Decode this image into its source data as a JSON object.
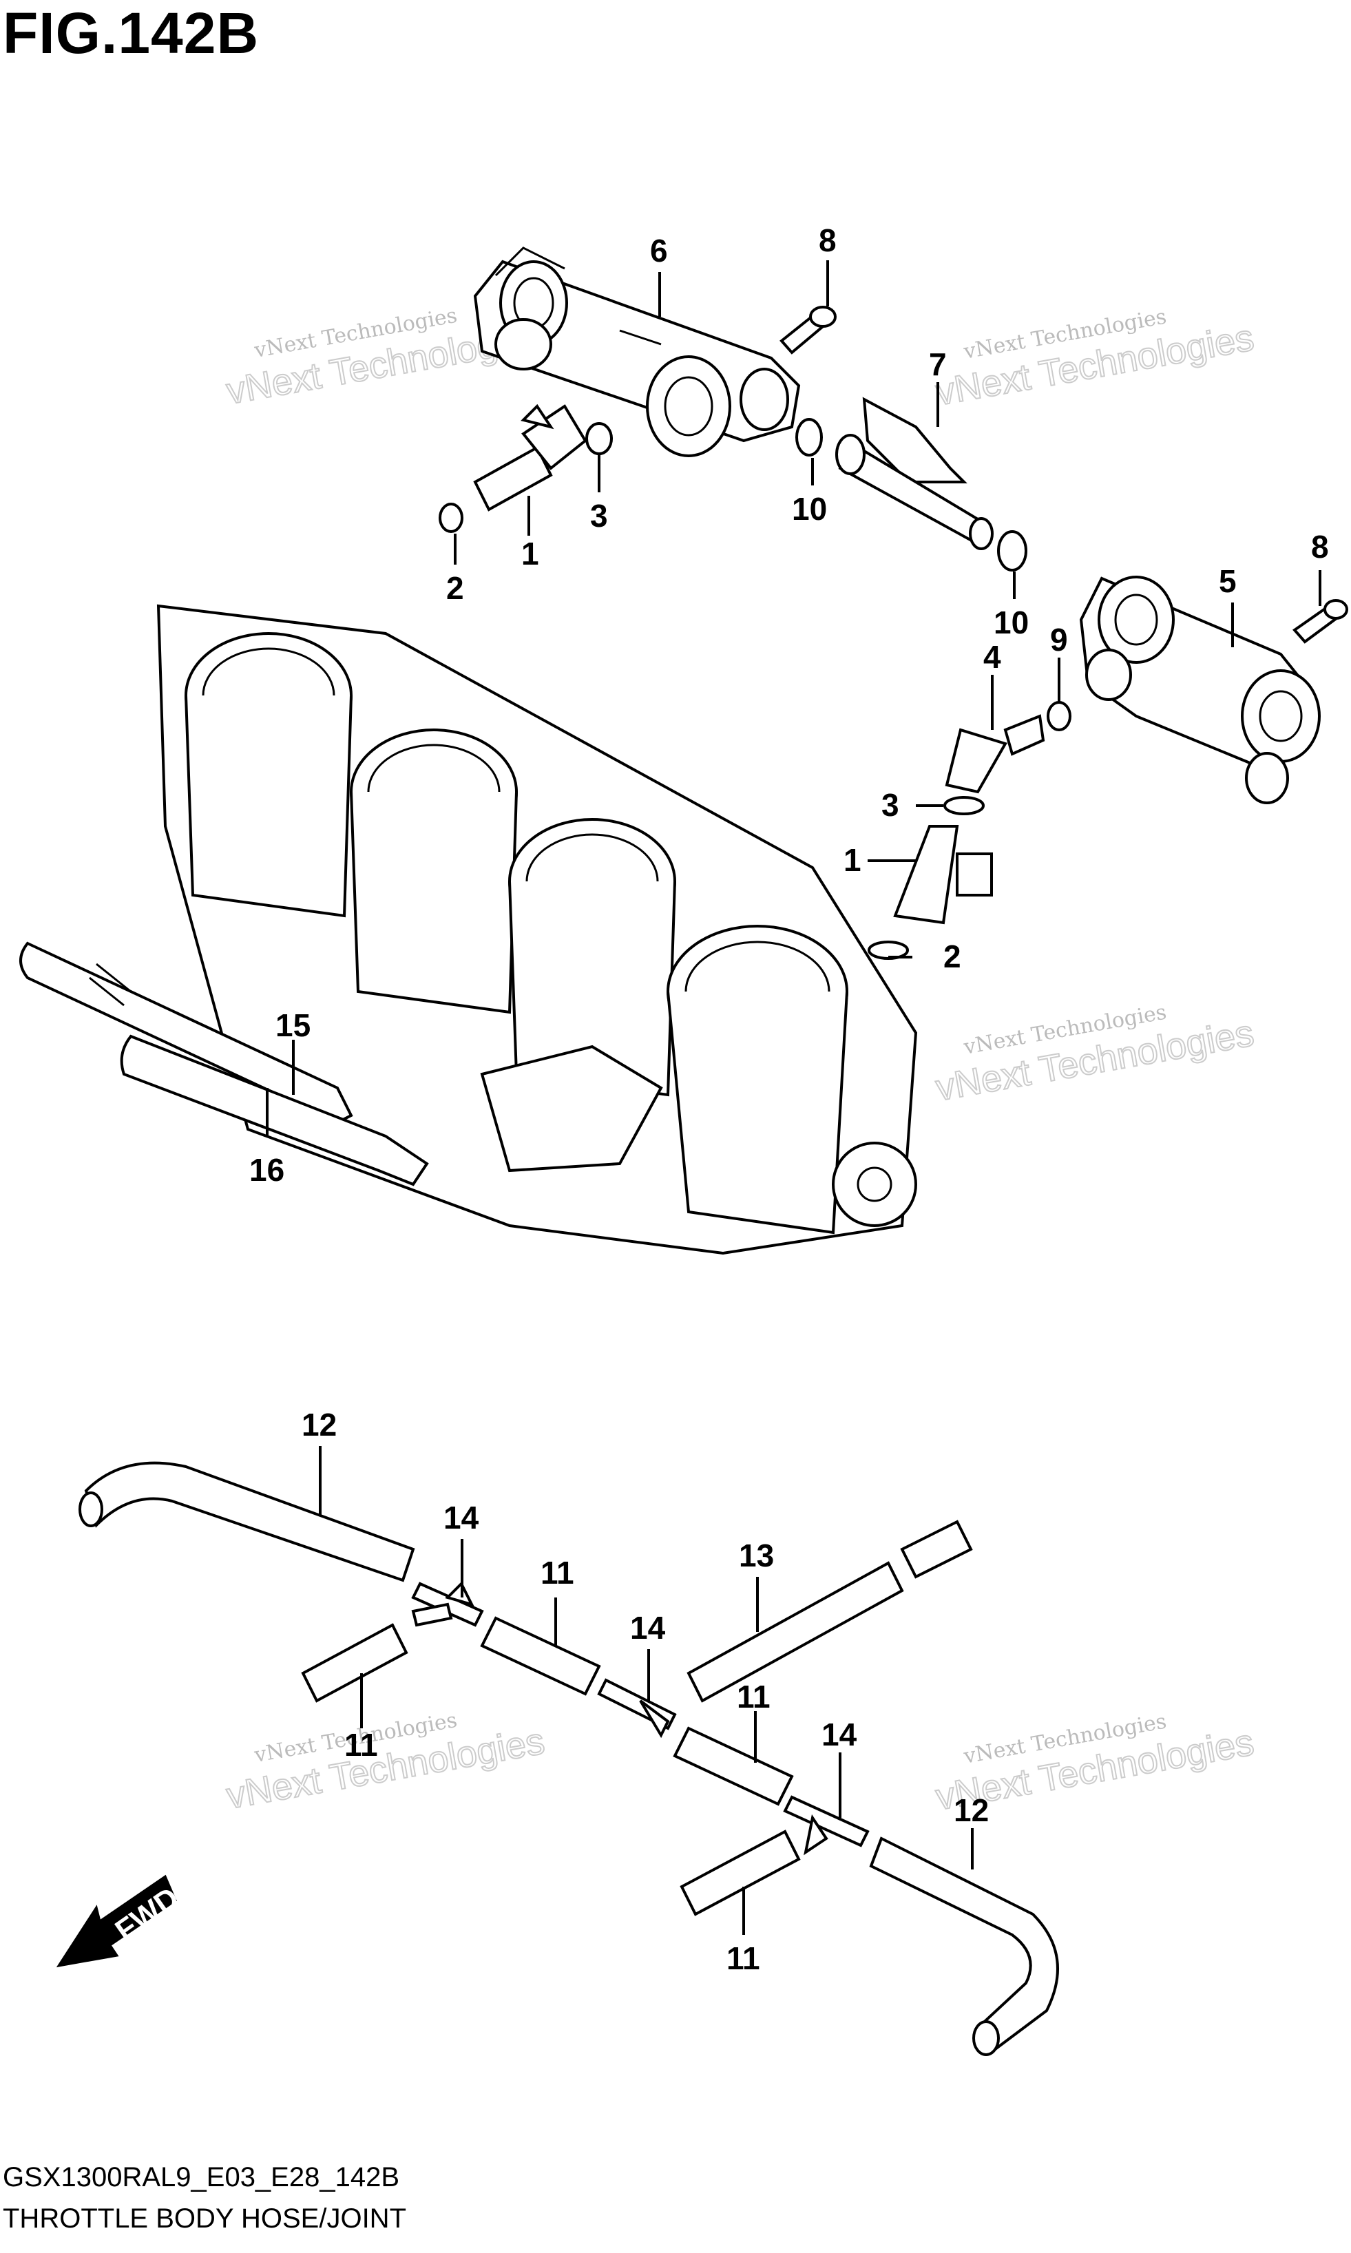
{
  "figure_title": "FIG.142B",
  "model_code": "GSX1300RAL9_E03_E28_142B",
  "caption": "THROTTLE BODY HOSE/JOINT",
  "watermark_line1": "vNext Technologies",
  "watermark_line2": "vNext Technologies",
  "fwd_label": "FWD",
  "callouts": {
    "c1a": "1",
    "c1b": "1",
    "c2a": "2",
    "c2b": "2",
    "c3a": "3",
    "c3b": "3",
    "c4": "4",
    "c5": "5",
    "c6": "6",
    "c7": "7",
    "c8a": "8",
    "c8b": "8",
    "c9": "9",
    "c10a": "10",
    "c10b": "10",
    "c11a": "11",
    "c11b": "11",
    "c11c": "11",
    "c11d": "11",
    "c12a": "12",
    "c12b": "12",
    "c13": "13",
    "c14a": "14",
    "c14b": "14",
    "c14c": "14",
    "c15": "15",
    "c16": "16"
  }
}
